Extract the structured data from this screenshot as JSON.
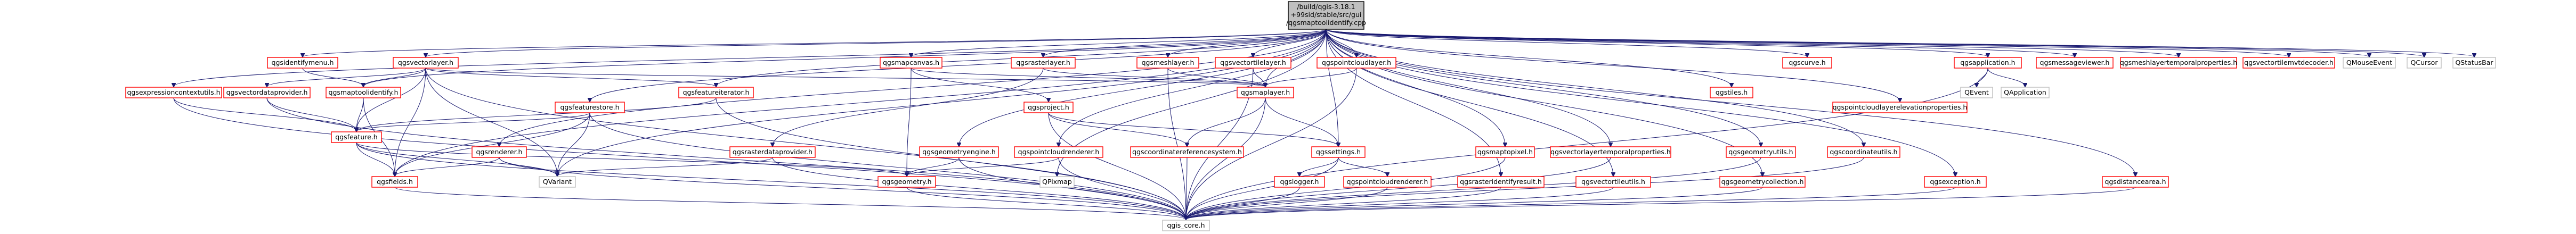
{
  "diagram": {
    "root": {
      "lines": [
        "/build/qgis-3.18.1",
        "+99sid/stable/src/gui",
        "/qgsmaptoolidentify.cpp"
      ]
    },
    "nodes": {
      "qgsidentifymenu_h": "qgsidentifymenu.h",
      "qgsvectorlayer_h": "qgsvectorlayer.h",
      "qgsmapcanvas_h": "qgsmapcanvas.h",
      "qgsrasterlayer_h": "qgsrasterlayer.h",
      "qgsmeshlayer_h": "qgsmeshlayer.h",
      "qgsvectortilelayer_h": "qgsvectortilelayer.h",
      "qgspointcloudlayer_h": "qgspointcloudlayer.h",
      "qgscurve_h": "qgscurve.h",
      "qgsapplication_h": "qgsapplication.h",
      "qgsmessageviewer_h": "qgsmessageviewer.h",
      "qgsmeshlayertemporalproperties_h": "qgsmeshlayertemporalproperties.h",
      "qgsvectortilemvtdecoder_h": "qgsvectortilemvtdecoder.h",
      "QMouseEvent": "QMouseEvent",
      "QCursor": "QCursor",
      "QStatusBar": "QStatusBar",
      "qgsexpressioncontextutils_h": "qgsexpressioncontextutils.h",
      "qgsvectordataprovider_h": "qgsvectordataprovider.h",
      "qgsmaptoolidentify_h": "qgsmaptoolidentify.h",
      "qgsfeatureiterator_h": "qgsfeatureiterator.h",
      "qgsfeaturestore_h": "qgsfeaturestore.h",
      "qgsproject_h": "qgsproject.h",
      "qgsmaplayer_h": "qgsmaplayer.h",
      "qgstiles_h": "qgstiles.h",
      "QEvent": "QEvent",
      "QApplication": "QApplication",
      "qgspointcloudlayerelevationproperties_h": "qgspointcloudlayerelevationproperties.h",
      "qgsfeature_h": "qgsfeature.h",
      "qgsrenderer_h": "qgsrenderer.h",
      "qgsrasterdataprovider_h": "qgsrasterdataprovider.h",
      "qgsgeometryengine_h": "qgsgeometryengine.h",
      "qgspointcloudrenderer_h": "qgspointcloudrenderer.h",
      "qgscoordinatereferencesystem_h": "qgscoordinatereferencesystem.h",
      "qgssettings_h": "qgssettings.h",
      "qgsmaptopixel_h": "qgsmaptopixel.h",
      "qgsvectorlayertemporalproperties_h": "qgsvectorlayertemporalproperties.h",
      "qgsgeometryutils_h": "qgsgeometryutils.h",
      "qgscoordinateutils_h": "qgscoordinateutils.h",
      "qgsdistancearea_h": "qgsdistancearea.h",
      "qgsfields_h": "qgsfields.h",
      "QVariant": "QVariant",
      "qgsgeometry_h": "qgsgeometry.h",
      "QPixmap": "QPixmap",
      "qgslogger_h": "qgslogger.h",
      "qgspointcloudrenderer2_h": "qgspointcloudrenderer.h",
      "qgsrasteridentifyresult_h": "qgsrasteridentifyresult.h",
      "qgsvectortileutils_h": "qgsvectortileutils.h",
      "qgsgeometrycollection_h": "qgsgeometrycollection.h",
      "qgsexception_h": "qgsexception.h",
      "qgis_core_h": "qgis_core.h"
    }
  }
}
